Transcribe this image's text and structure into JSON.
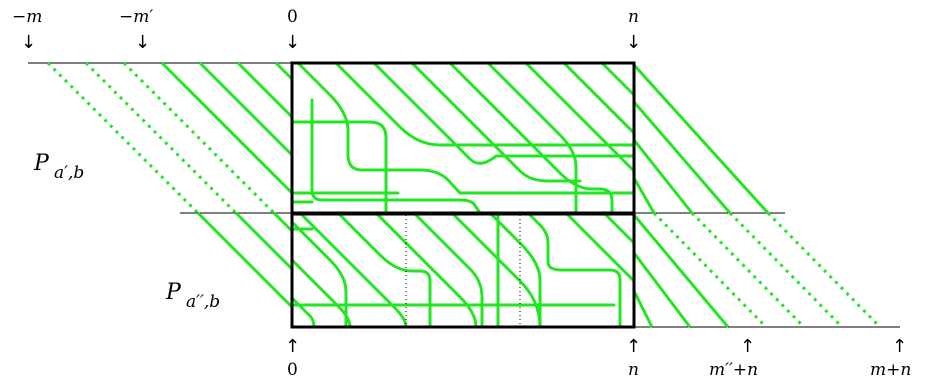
{
  "labels": {
    "top": {
      "neg_m": "−m",
      "neg_m_prime": "−m′",
      "zero": "0",
      "n": "n"
    },
    "bottom": {
      "zero": "0",
      "n": "n",
      "m_dprime_plus_n": "m′′+n",
      "m_plus_n": "m+n"
    },
    "arrow_down": "↓",
    "arrow_up": "↑",
    "block_upper": "P",
    "block_upper_sub": "a′,b",
    "block_lower": "P",
    "block_lower_sub": "a′′,b"
  },
  "colors": {
    "strand": "#22e622",
    "box": "#000000",
    "rail": "#000000",
    "dotted_guide": "#000000"
  }
}
